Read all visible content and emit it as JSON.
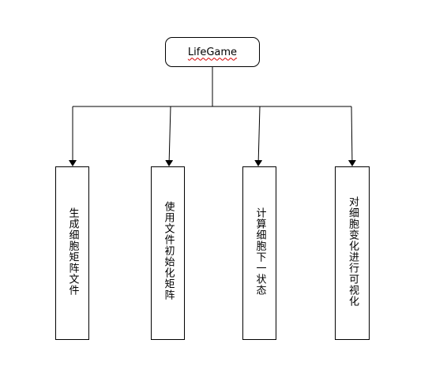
{
  "diagram": {
    "root": {
      "label": "LifeGame"
    },
    "children": [
      {
        "label": "生成细胞矩阵文件"
      },
      {
        "label": "使用文件初始化矩阵"
      },
      {
        "label": "计算细胞下一状态"
      },
      {
        "label": "对细胞变化进行可视化"
      }
    ],
    "colors": {
      "stroke": "#000000",
      "background": "#ffffff",
      "spellcheck_underline": "#d40000"
    }
  }
}
